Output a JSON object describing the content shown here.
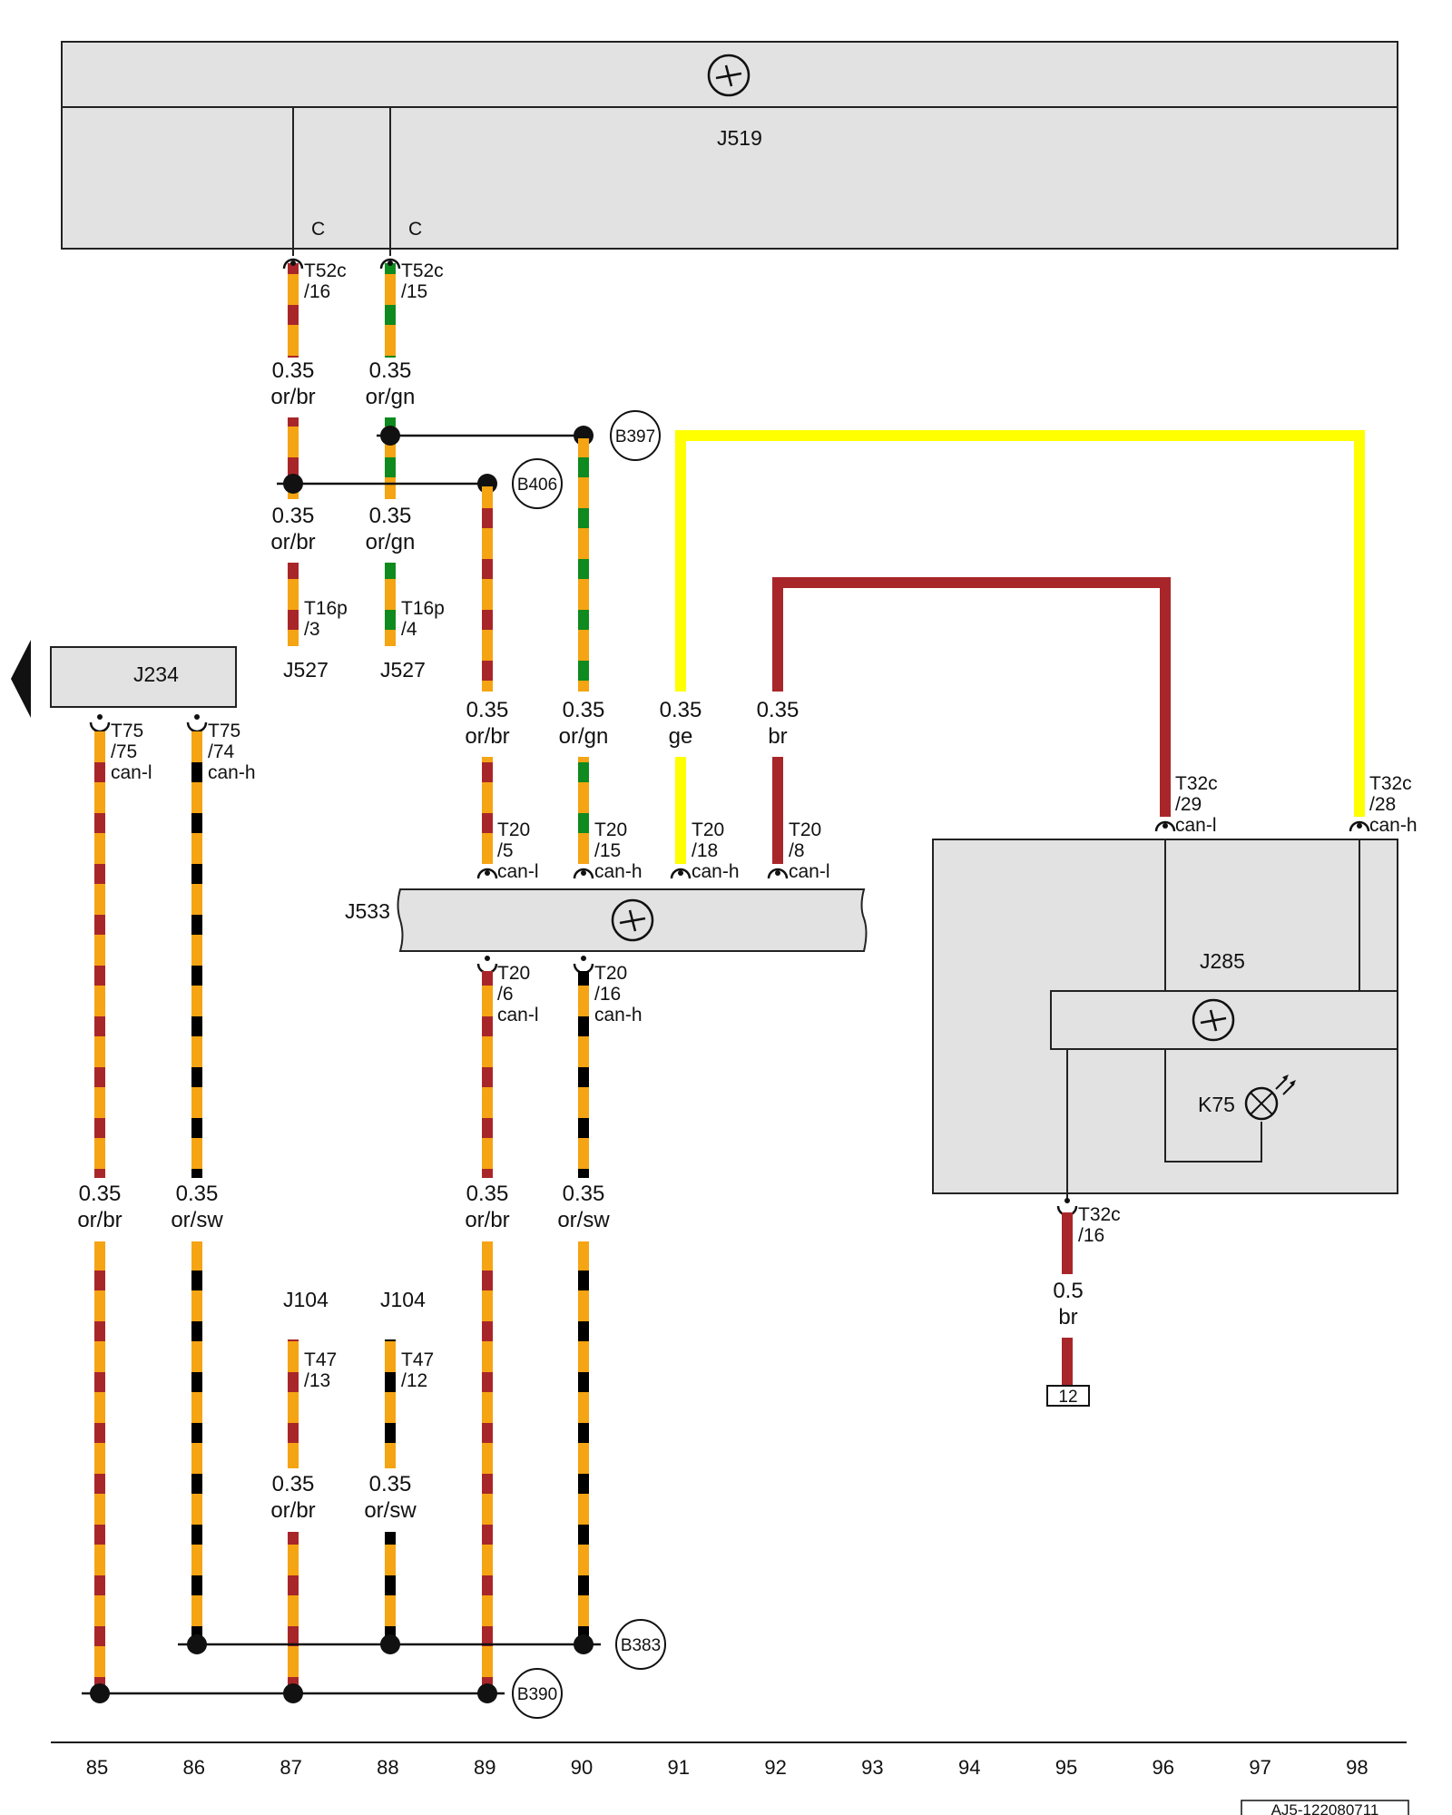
{
  "colors": {
    "or": "#F5A413",
    "br": "#A8262A",
    "gn": "#0E8A1E",
    "sw": "#000000",
    "ge": "#FFFF00",
    "box": "#E2E2E2",
    "line": "#222222"
  },
  "components": [
    {
      "id": "J519",
      "label": "J519"
    },
    {
      "id": "J234",
      "label": "J234"
    },
    {
      "id": "J533",
      "label": "J533"
    },
    {
      "id": "J285",
      "label": "J285"
    },
    {
      "id": "K75",
      "label": "K75"
    },
    {
      "id": "J527a",
      "label": "J527"
    },
    {
      "id": "J527b",
      "label": "J527"
    },
    {
      "id": "J104a",
      "label": "J104"
    },
    {
      "id": "J104b",
      "label": "J104"
    }
  ],
  "pins": {
    "j519_c1": "C",
    "j519_c2": "C",
    "t52c16": [
      "T52c",
      "/16"
    ],
    "t52c15": [
      "T52c",
      "/15"
    ],
    "t16p3": [
      "T16p",
      "/3"
    ],
    "t16p4": [
      "T16p",
      "/4"
    ],
    "t75_75": [
      "T75",
      "/75",
      "can-l"
    ],
    "t75_74": [
      "T75",
      "/74",
      "can-h"
    ],
    "t20_5": [
      "T20",
      "/5",
      "can-l"
    ],
    "t20_15": [
      "T20",
      "/15",
      "can-h"
    ],
    "t20_18": [
      "T20",
      "/18",
      "can-h"
    ],
    "t20_8": [
      "T20",
      "/8",
      "can-l"
    ],
    "t20_6": [
      "T20",
      "/6",
      "can-l"
    ],
    "t20_16": [
      "T20",
      "/16",
      "can-h"
    ],
    "t32c29": [
      "T32c",
      "/29",
      "can-l"
    ],
    "t32c28": [
      "T32c",
      "/28",
      "can-h"
    ],
    "t32c16": [
      "T32c",
      "/16"
    ],
    "t47_13": [
      "T47",
      "/13"
    ],
    "t47_12": [
      "T47",
      "/12"
    ]
  },
  "wire_labels": {
    "w1": [
      "0.35",
      "or/br"
    ],
    "w2": [
      "0.35",
      "or/gn"
    ],
    "w3": [
      "0.35",
      "or/br"
    ],
    "w4": [
      "0.35",
      "or/gn"
    ],
    "w5": [
      "0.35",
      "or/br"
    ],
    "w6": [
      "0.35",
      "or/gn"
    ],
    "w7": [
      "0.35",
      "ge"
    ],
    "w8": [
      "0.35",
      "br"
    ],
    "w9": [
      "0.35",
      "or/br"
    ],
    "w10": [
      "0.35",
      "or/sw"
    ],
    "w11": [
      "0.35",
      "or/br"
    ],
    "w12": [
      "0.35",
      "or/sw"
    ],
    "w13": [
      "0.35",
      "or/br"
    ],
    "w14": [
      "0.35",
      "or/sw"
    ],
    "w15": [
      "0.5",
      "br"
    ]
  },
  "nodes": {
    "B397": "B397",
    "B406": "B406",
    "B383": "B383",
    "B390": "B390"
  },
  "ground": "12",
  "columns": [
    "85",
    "86",
    "87",
    "88",
    "89",
    "90",
    "91",
    "92",
    "93",
    "94",
    "95",
    "96",
    "97",
    "98"
  ],
  "reference": "AJ5-122080711"
}
